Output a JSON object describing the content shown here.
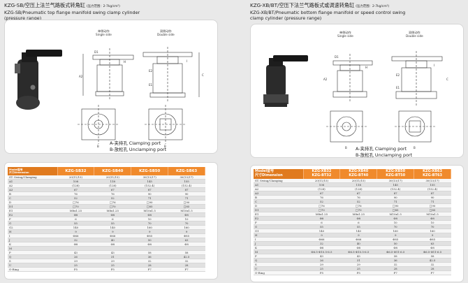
{
  "left": {
    "title_cn": "KZG-SB/空压上法兰气路板式转角缸",
    "pressure_range": "(压力范围：2-7kg/cm²)",
    "title_en": "KZG-SB/Pneumatic top flange manifold swing clamp cylinder\n(pressure range)",
    "single_side_cn": "单侧动作",
    "single_side_en": "Single side",
    "double_side_cn": "双侧动作",
    "double_side_en": "Double side",
    "dims_top": [
      "D1",
      "H",
      "I",
      "C"
    ],
    "dims_mid": [
      "E2",
      "E1",
      "A2"
    ],
    "dims_plan": [
      "B",
      "B"
    ],
    "port_a": "A-夹持孔 Clamping port",
    "port_b": "B-放松孔 Unclamping port",
    "table": {
      "corner_top": "Model型号",
      "corner_bottom": "尺寸Dimension",
      "models": [
        "KZG-SB32",
        "KZG-SB40",
        "KZG-SB50",
        "KZG-SB63"
      ],
      "rows": [
        [
          "ST. Swing/Clamping",
          "20(11/15)",
          "20(11/15)",
          "30(13/17)",
          "30(13/17)"
        ],
        [
          "A1",
          "108",
          "118",
          "145",
          "155"
        ],
        [
          "A2",
          "(128)",
          "(128)",
          "(152.4)",
          "(152.4)"
        ],
        [
          "A3",
          "67",
          "67",
          "87",
          "87"
        ],
        [
          "B",
          "76",
          "76",
          "90",
          "90"
        ],
        [
          "C",
          "52",
          "52",
          "71",
          "71"
        ],
        [
          "D",
          "□76",
          "□76",
          "□90",
          "□90"
        ],
        [
          "D1",
          "□70",
          "□70",
          "□85",
          "□85"
        ],
        [
          "E1",
          "M8x1.25",
          "M8x1.25",
          "M10x1.5",
          "M10x1.5"
        ],
        [
          "E2",
          "Φ8",
          "Φ8",
          "Φ8",
          "Φ8"
        ],
        [
          "F",
          "6",
          "6",
          "10",
          "10"
        ],
        [
          "G",
          "55",
          "55",
          "70",
          "70"
        ],
        [
          "G2",
          "140",
          "140",
          "160",
          "160"
        ],
        [
          "H",
          "9",
          "9",
          "9",
          "9"
        ],
        [
          "I",
          "Φ66",
          "Φ66",
          "Φ85",
          "Φ85"
        ],
        [
          "J",
          "32",
          "40",
          "50",
          "63"
        ],
        [
          "K",
          "Φ8",
          "Φ8",
          "Φ8",
          "Φ8"
        ],
        [
          "M",
          "",
          "",
          "",
          ""
        ],
        [
          "P",
          "43",
          "43",
          "58",
          "58"
        ],
        [
          "Q",
          "26",
          "31",
          "36",
          "42.5"
        ],
        [
          "S",
          "29",
          "29",
          "32",
          "32"
        ],
        [
          "U",
          "25",
          "25",
          "28",
          "28"
        ],
        [
          "O-Ring",
          "P5",
          "P5",
          "P7",
          "P7"
        ]
      ]
    }
  },
  "right": {
    "title_cn": "KZG-XB/BT/空压下法兰气路板式或调速转角缸",
    "pressure_range": "(压力范围：2-7kg/cm²)",
    "title_en": "KZG-XB/BT/Pneumatic bottom flange manifold or speed control swing\nclamp cylinder (pressure range)",
    "single_side_cn": "单侧动作",
    "single_side_en": "Single side",
    "double_side_cn": "双侧动作",
    "double_side_en": "Double side",
    "dims_top": [
      "D1",
      "H",
      "I",
      "C"
    ],
    "dims_mid": [
      "E2",
      "E1",
      "A2"
    ],
    "dims_plan": [
      "B",
      "B"
    ],
    "port_a": "A-夹持孔 Clamping port",
    "port_b": "B-放松孔 Unclamping port",
    "table": {
      "corner_top": "Model型号",
      "corner_bottom": "尺寸Dimension",
      "models": [
        [
          "KZG-XB32",
          "KZG-BT32"
        ],
        [
          "KZG-XB40",
          "KZG-BT40"
        ],
        [
          "KZG-XB50",
          "KZG-BT50"
        ],
        [
          "KZG-XB63",
          "KZG-BT63"
        ]
      ],
      "rows": [
        [
          "ST. Swing/Clamping",
          "20(11/15)",
          "20(11/15)",
          "30(13/17)",
          "30(13/17)"
        ],
        [
          "A1",
          "108",
          "118",
          "145",
          "155"
        ],
        [
          "A2",
          "(128)",
          "(128)",
          "(152.4)",
          "(152.4)"
        ],
        [
          "A3",
          "67",
          "67",
          "87",
          "87"
        ],
        [
          "B",
          "76",
          "76",
          "90",
          "90"
        ],
        [
          "C",
          "52",
          "52",
          "71",
          "71"
        ],
        [
          "D",
          "□76",
          "□76",
          "□90",
          "□90"
        ],
        [
          "D1",
          "□70",
          "□70",
          "□85",
          "□85"
        ],
        [
          "E1",
          "M8x1.25",
          "M8x1.25",
          "M10x1.5",
          "M10x1.5"
        ],
        [
          "E2",
          "Φ8",
          "Φ8",
          "Φ8",
          "Φ8"
        ],
        [
          "F",
          "6",
          "6",
          "10",
          "10"
        ],
        [
          "G",
          "55",
          "55",
          "70",
          "70"
        ],
        [
          "G1",
          "140",
          "140",
          "160",
          "160"
        ],
        [
          "H",
          "9",
          "9",
          "9",
          "9"
        ],
        [
          "I",
          "Φ66",
          "Φ66",
          "Φ85",
          "Φ85"
        ],
        [
          "J",
          "32",
          "40",
          "50",
          "63"
        ],
        [
          "K",
          "Φ8",
          "Φ8",
          "Φ8",
          "Φ8"
        ],
        [
          "M",
          "Φ6.5-Φ10.5-6.5",
          "Φ6.5-Φ10.5-6.5",
          "Φ6.5-Φ11-6.5",
          "Φ6.5-Φ11-6.5"
        ],
        [
          "P",
          "43",
          "43",
          "58",
          "58"
        ],
        [
          "Q",
          "26",
          "31",
          "36",
          "42.5"
        ],
        [
          "S",
          "29",
          "29",
          "32",
          "32"
        ],
        [
          "U",
          "25",
          "25",
          "28",
          "28"
        ],
        [
          "O-Ring",
          "P5",
          "P5",
          "P7",
          "P7"
        ]
      ]
    }
  },
  "colors": {
    "header_orange": "#f08a2c",
    "cylinder_body": "#2a2a2a",
    "paper": "#ffffff"
  }
}
